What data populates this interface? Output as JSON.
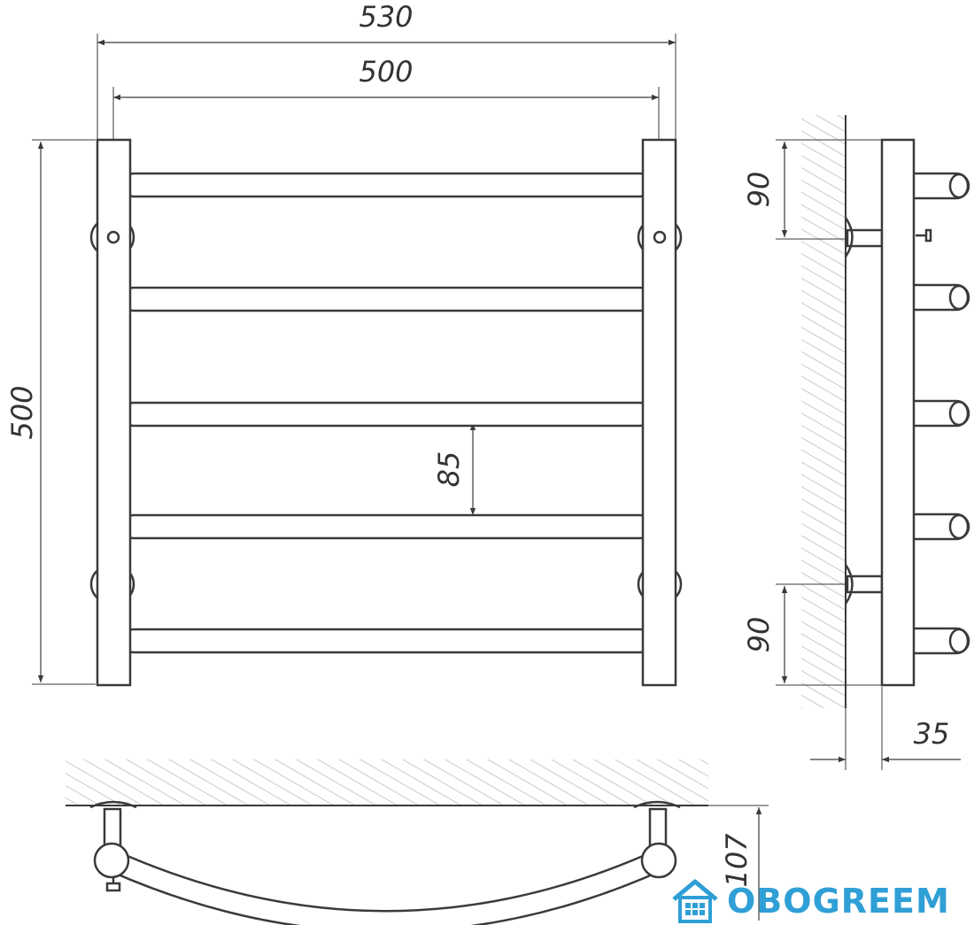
{
  "dimensions": {
    "overall_width": "530",
    "rail_length": "500",
    "overall_height": "500",
    "rung_spacing": "85",
    "top_mount_offset": "90",
    "bottom_mount_offset": "90",
    "wall_standoff": "35",
    "depth": "107"
  },
  "brand": {
    "name": "OBOGREEM",
    "icon": "house-logo-icon",
    "color": "#2f9fd6"
  },
  "colors": {
    "line": "#3a3a3a",
    "hatch": "#b8b8b8",
    "text": "#333333"
  }
}
